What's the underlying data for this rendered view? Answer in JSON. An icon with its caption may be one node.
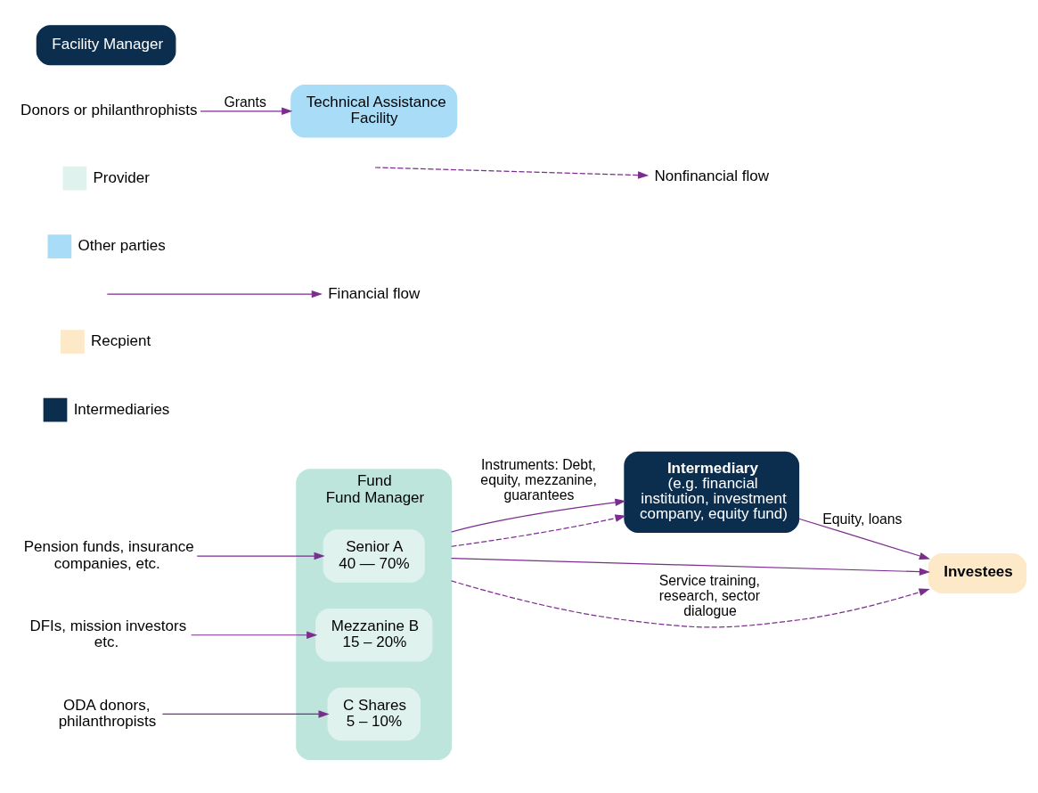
{
  "diagram": {
    "nodes": [
      {
        "text": [
          "Fund",
          "Fund Manager"
        ]
      },
      {
        "text": [
          "Pension funds, insurance companies, etc."
        ]
      },
      {
        "text": [
          "Senior A",
          "40 — 70%"
        ],
        "in": 0
      },
      {
        "text": [
          "DFIs, mission investors etc."
        ]
      },
      {
        "text": [
          "Mezzanine B",
          "15 – 20%"
        ],
        "in": 0
      },
      {
        "text": [
          "ODA donors, philanthropists"
        ]
      },
      {
        "text": [
          "C Shares",
          "5 – 10%"
        ],
        "in": 0
      },
      {
        "text": [
          "Intermediary",
          "(e.g. financial institution, investment company, equity fund)"
        ]
      },
      {
        "text": [
          "Investees"
        ]
      },
      {
        "text": [
          "Donors or philanthrophists"
        ]
      },
      {
        "text": [
          "Technical Assistance Facility"
        ]
      },
      {
        "text": [
          "Facility Manager"
        ]
      }
    ],
    "edges": [
      {
        "from": 1,
        "to": 2,
        "arrow": "to"
      },
      {
        "from": 3,
        "to": 4,
        "arrow": "to"
      },
      {
        "from": 5,
        "to": 6,
        "arrow": "to"
      },
      {
        "from": 7,
        "to": 8,
        "arrow": "to",
        "label": "Equity, loans"
      },
      {
        "from": 0,
        "to": 7,
        "arrow": "to",
        "label": "Instruments: Debt, equity, mezzanine, guarantees"
      },
      {
        "from": 0,
        "to": 8,
        "arrow": "to"
      },
      {
        "from": 0,
        "to": 7,
        "arrow": "to",
        "style": "dashed"
      },
      {
        "from": 0,
        "to": 8,
        "arrow": "to",
        "style": "dashed",
        "label": "Service training, research, sector dialogue"
      },
      {
        "from": 9,
        "to": 10,
        "arrow": "to",
        "label": "Grants"
      }
    ],
    "legend": [
      {
        "text": "Nonfinancial flow"
      },
      {
        "text": "Provider",
        "color": "#e0f2ee"
      },
      {
        "text": "Other parties",
        "color": "#a9dcf7"
      },
      {
        "text": "Financial flow"
      },
      {
        "text": "Recpient",
        "color": "#fde9c8"
      },
      {
        "text": "Intermediaries",
        "color": "#0b2d4e"
      }
    ]
  }
}
